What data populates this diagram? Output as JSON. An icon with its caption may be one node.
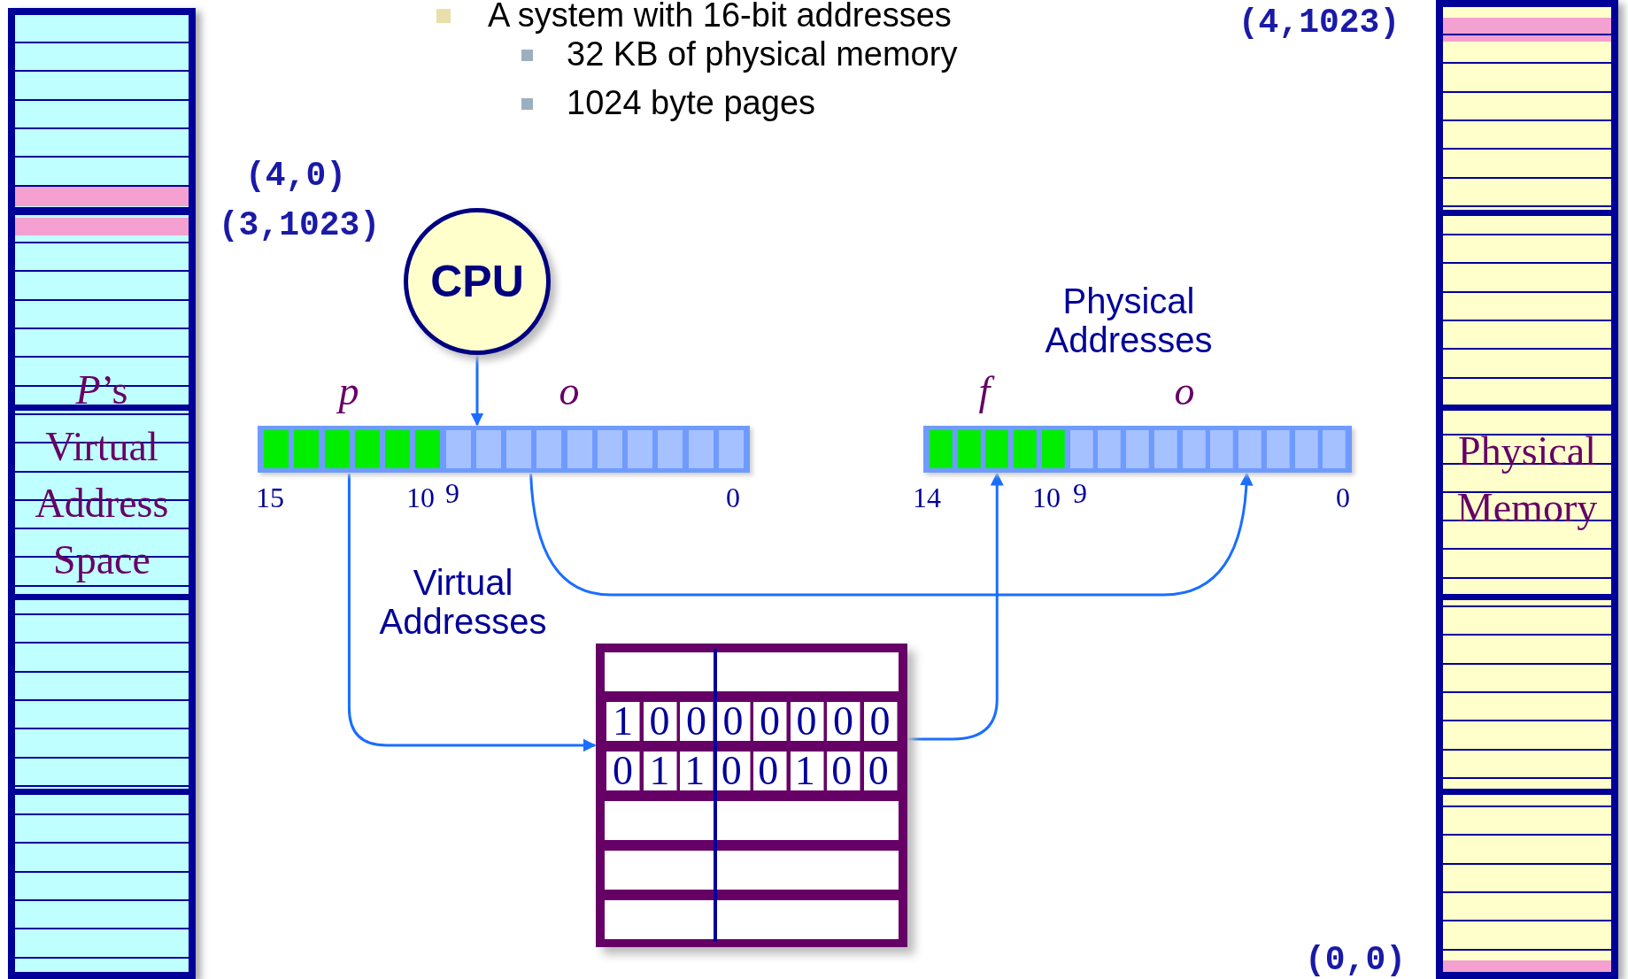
{
  "diagram": {
    "nodes": [
      {
        "text": [
          "CPU"
        ]
      },
      {
        "text": [],
        "shape": "bar",
        "beside": [
          "p",
          "o",
          "15",
          "10",
          "9",
          "0"
        ]
      },
      {
        "text": [],
        "shape": "bar",
        "beside": [
          "f",
          "o",
          "14",
          "10",
          "9",
          "0"
        ]
      },
      {
        "text": [
          "10000000",
          "01100100"
        ]
      },
      {
        "text": [
          "*P*’s Virtual Address Space"
        ]
      },
      {
        "text": [
          "Physical Memory"
        ]
      }
    ],
    "edges": [
      {
        "from": 0,
        "to": 1,
        "arrow": "to"
      },
      {
        "from": 1,
        "to": 3,
        "arrow": "to"
      },
      {
        "from": 1,
        "to": 2,
        "arrow": "to"
      },
      {
        "from": 3,
        "to": 2,
        "arrow": "to"
      }
    ],
    "labels": [
      "A system with 16-bit addresses",
      "(4,1023)",
      "32 KB of physical memory",
      "1024 byte pages",
      "(4,0)",
      "(3,1023)",
      "Physical Addresses",
      "Virtual Addresses",
      "(0,0)"
    ]
  }
}
